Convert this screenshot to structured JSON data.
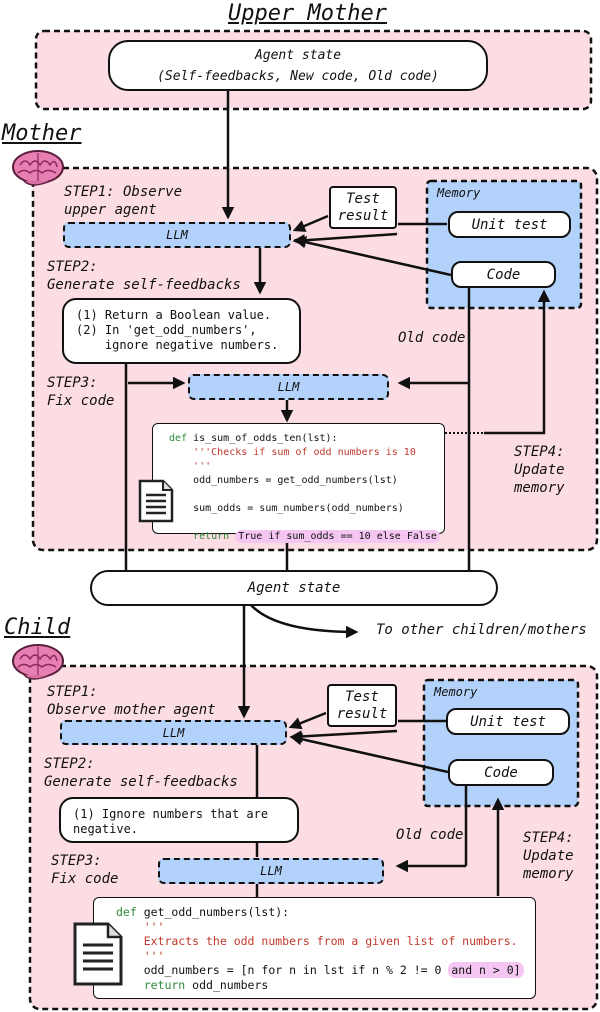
{
  "upper_mother": {
    "title": "Upper Mother",
    "agent_state_line1": "Agent state",
    "agent_state_line2": "(Self-feedbacks, New code, Old code)"
  },
  "mother": {
    "title": "Mother",
    "step1": "STEP1: Observe\nupper agent",
    "step2": "STEP2:\nGenerate self-feedbacks",
    "step3": "STEP3:\nFix code",
    "step4": "STEP4:\nUpdate\nmemory",
    "llm1": "LLM",
    "llm2": "LLM",
    "feedback": "(1) Return a Boolean value.\n(2) In 'get_odd_numbers',\n    ignore negative numbers.",
    "test_result": "Test\nresult",
    "memory_label": "Memory",
    "unit_test": "Unit test",
    "code_label": "Code",
    "old_code": "Old code",
    "code": {
      "kw_def": "def",
      "line1": " is_sum_of_odds_ten(lst):",
      "doc1": "    '''Checks if sum of odd numbers is 10",
      "doc2": "    '''",
      "line2": "    odd_numbers = get_odd_numbers(lst)",
      "line3": "    sum_odds = sum_numbers(odd_numbers)",
      "kw_return": "    return",
      "highlight": "True if sum_odds == 10 else False"
    }
  },
  "agent_state": "Agent state",
  "to_other": "To other children/mothers",
  "child": {
    "title": "Child",
    "step1": "STEP1:\nObserve mother agent",
    "step2": "STEP2:\nGenerate self-feedbacks",
    "step3": "STEP3:\nFix code",
    "step4": "STEP4:\nUpdate\nmemory",
    "llm1": "LLM",
    "llm2": "LLM",
    "feedback": "(1) Ignore numbers that are\nnegative.",
    "test_result": "Test\nresult",
    "memory_label": "Memory",
    "unit_test": "Unit test",
    "code_label": "Code",
    "old_code": "Old code",
    "code": {
      "kw_def": "def",
      "line1": " get_odd_numbers(lst):",
      "doc1": "    '''",
      "doc2": "    Extracts the odd numbers from a given list of numbers.",
      "doc3": "    '''",
      "line2": "    odd_numbers = [n for n in lst if n % 2 != 0 ",
      "highlight": "and n > 0]",
      "kw_return": "    return",
      "line3": " odd_numbers"
    }
  },
  "colors": {
    "region_fill": "#fcdde4",
    "llm_fill": "#b3d2fb",
    "memory_fill": "#b3d2fb",
    "highlight": "#f6c6f2",
    "keyword": "#2e8b3a",
    "docstring": "#c0392b"
  },
  "icons": [
    "brain-icon",
    "document-icon"
  ]
}
